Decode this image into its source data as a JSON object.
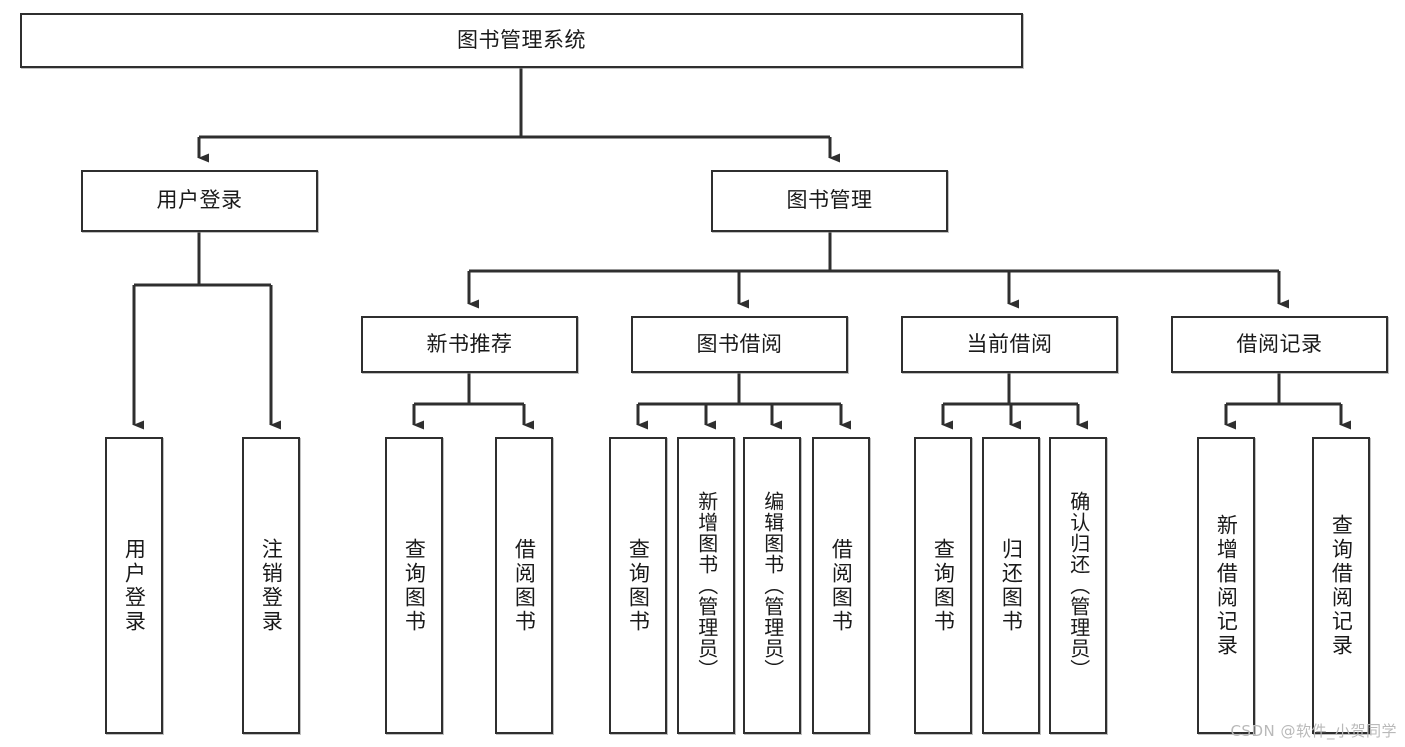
{
  "diagram": {
    "type": "tree-hierarchy-chart",
    "title": "图书管理系统",
    "orientation": "top-down",
    "line_color": "#2f2f2f",
    "box_fill": "#ffffff",
    "text_color": "#1a1a1a",
    "levels": [
      {
        "level": 1,
        "nodes": [
          {
            "id": "root",
            "label": "图书管理系统",
            "orientation": "horizontal"
          }
        ]
      },
      {
        "level": 2,
        "nodes": [
          {
            "id": "login",
            "label": "用户登录",
            "orientation": "horizontal",
            "parent": "root"
          },
          {
            "id": "bookmgmt",
            "label": "图书管理",
            "orientation": "horizontal",
            "parent": "root"
          }
        ]
      },
      {
        "level": 3,
        "nodes": [
          {
            "id": "newbook",
            "label": "新书推荐",
            "orientation": "horizontal",
            "parent": "bookmgmt"
          },
          {
            "id": "borrow",
            "label": "图书借阅",
            "orientation": "horizontal",
            "parent": "bookmgmt"
          },
          {
            "id": "current",
            "label": "当前借阅",
            "orientation": "horizontal",
            "parent": "bookmgmt"
          },
          {
            "id": "record",
            "label": "借阅记录",
            "orientation": "horizontal",
            "parent": "bookmgmt"
          }
        ]
      },
      {
        "level": 4,
        "nodes": [
          {
            "id": "leaf1",
            "label": "用户登录",
            "orientation": "vertical",
            "parent": "login"
          },
          {
            "id": "leaf2",
            "label": "注销登录",
            "orientation": "vertical",
            "parent": "login"
          },
          {
            "id": "leaf3",
            "label": "查询图书",
            "orientation": "vertical",
            "parent": "newbook"
          },
          {
            "id": "leaf4",
            "label": "借阅图书",
            "orientation": "vertical",
            "parent": "newbook"
          },
          {
            "id": "leaf5",
            "label": "查询图书",
            "orientation": "vertical",
            "parent": "borrow"
          },
          {
            "id": "leaf6",
            "label": "新增图书（管理员）",
            "orientation": "vertical",
            "parent": "borrow"
          },
          {
            "id": "leaf7",
            "label": "编辑图书（管理员）",
            "orientation": "vertical",
            "parent": "borrow"
          },
          {
            "id": "leaf8",
            "label": "借阅图书",
            "orientation": "vertical",
            "parent": "borrow"
          },
          {
            "id": "leaf9",
            "label": "查询图书",
            "orientation": "vertical",
            "parent": "current"
          },
          {
            "id": "leaf10",
            "label": "归还图书",
            "orientation": "vertical",
            "parent": "current"
          },
          {
            "id": "leaf11",
            "label": "确认归还（管理员）",
            "orientation": "vertical",
            "parent": "current"
          },
          {
            "id": "leaf12",
            "label": "新增借阅记录",
            "orientation": "vertical",
            "parent": "record"
          },
          {
            "id": "leaf13",
            "label": "查询借阅记录",
            "orientation": "vertical",
            "parent": "record"
          }
        ]
      }
    ]
  },
  "watermark": {
    "text": "CSDN @软件_小贺同学"
  }
}
